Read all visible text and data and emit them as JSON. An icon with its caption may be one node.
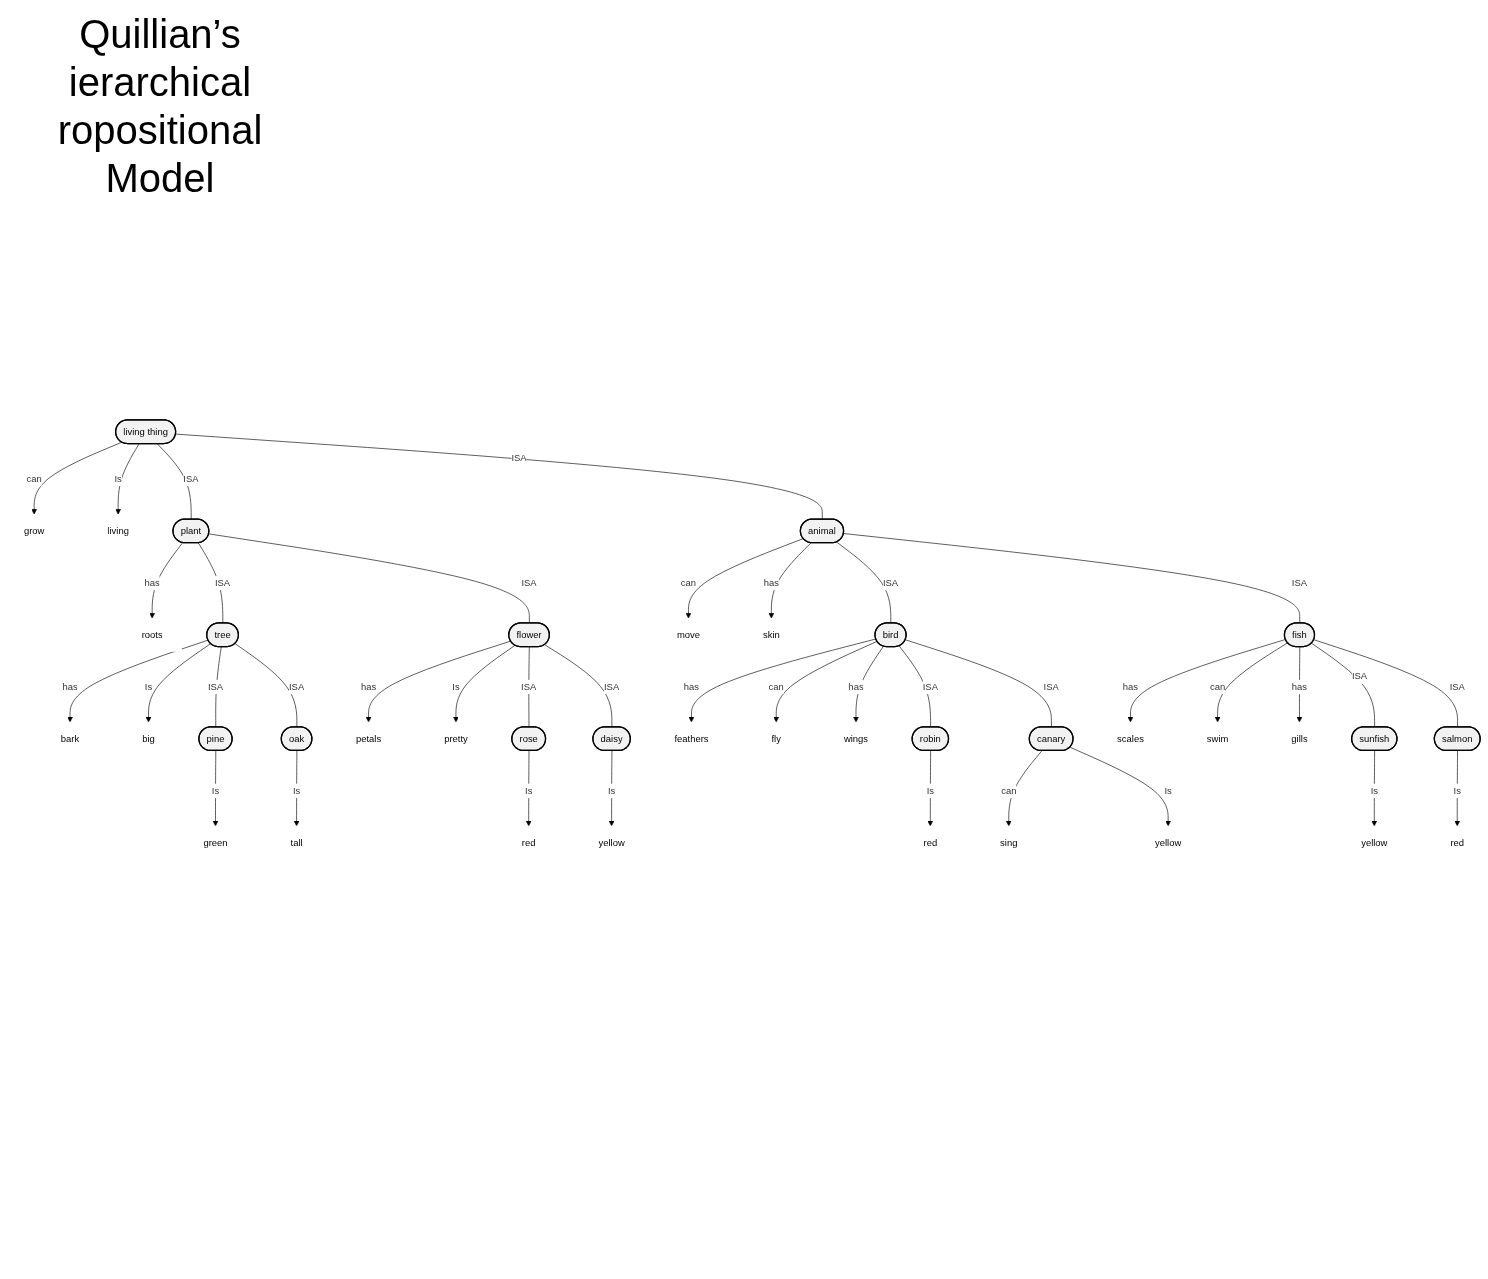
{
  "diagram": {
    "title": "Quillian’s ierarchical ropositional Model",
    "nodes": [
      {
        "text": [
          "living thing"
        ]
      },
      {
        "text": [
          "grow"
        ]
      },
      {
        "text": [
          "living"
        ]
      },
      {
        "text": [
          "plant"
        ]
      },
      {
        "text": [
          "roots"
        ]
      },
      {
        "text": [
          "animal"
        ]
      },
      {
        "text": [
          "move"
        ]
      },
      {
        "text": [
          "skin"
        ]
      },
      {
        "text": [
          "tree"
        ]
      },
      {
        "text": [
          "bark"
        ]
      },
      {
        "text": [
          "big"
        ]
      },
      {
        "text": [
          "flower"
        ]
      },
      {
        "text": [
          "petals"
        ]
      },
      {
        "text": [
          "pretty"
        ]
      },
      {
        "text": [
          "bird"
        ]
      },
      {
        "text": [
          "feathers"
        ]
      },
      {
        "text": [
          "fly"
        ]
      },
      {
        "text": [
          "wings"
        ]
      },
      {
        "text": [
          "fish"
        ]
      },
      {
        "text": [
          "scales"
        ]
      },
      {
        "text": [
          "swim"
        ]
      },
      {
        "text": [
          "gills"
        ]
      },
      {
        "text": [
          "pine"
        ]
      },
      {
        "text": [
          "green"
        ]
      },
      {
        "text": [
          "oak"
        ]
      },
      {
        "text": [
          "tall"
        ]
      },
      {
        "text": [
          "rose"
        ]
      },
      {
        "text": [
          "red"
        ]
      },
      {
        "text": [
          "daisy"
        ]
      },
      {
        "text": [
          "yellow"
        ]
      },
      {
        "text": [
          "robin"
        ]
      },
      {
        "text": [
          "red"
        ]
      },
      {
        "text": [
          "canary"
        ]
      },
      {
        "text": [
          "sing"
        ]
      },
      {
        "text": [
          "yellow"
        ]
      },
      {
        "text": [
          "sunfish"
        ]
      },
      {
        "text": [
          "yellow"
        ]
      },
      {
        "text": [
          "salmon"
        ]
      },
      {
        "text": [
          "red"
        ]
      }
    ],
    "edges": [
      {
        "from": 0,
        "to": 1,
        "arrow": "to",
        "label": "can"
      },
      {
        "from": 0,
        "to": 2,
        "arrow": "to",
        "label": "Is"
      },
      {
        "from": 0,
        "to": 3,
        "arrow": "none",
        "label": "ISA"
      },
      {
        "from": 0,
        "to": 5,
        "arrow": "none",
        "label": "ISA"
      },
      {
        "from": 3,
        "to": 4,
        "arrow": "to",
        "label": "has"
      },
      {
        "from": 5,
        "to": 6,
        "arrow": "to",
        "label": "can"
      },
      {
        "from": 5,
        "to": 7,
        "arrow": "to",
        "label": "has"
      },
      {
        "from": 3,
        "to": 8,
        "arrow": "none",
        "label": "ISA"
      },
      {
        "from": 3,
        "to": 11,
        "arrow": "none",
        "label": "ISA"
      },
      {
        "from": 5,
        "to": 14,
        "arrow": "none",
        "label": "ISA"
      },
      {
        "from": 5,
        "to": 18,
        "arrow": "none",
        "label": "ISA"
      },
      {
        "from": 8,
        "to": 9,
        "arrow": "to",
        "label": "has"
      },
      {
        "from": 8,
        "to": 10,
        "arrow": "to",
        "label": "Is"
      },
      {
        "from": 11,
        "to": 12,
        "arrow": "to",
        "label": "has"
      },
      {
        "from": 11,
        "to": 13,
        "arrow": "to",
        "label": "Is"
      },
      {
        "from": 14,
        "to": 15,
        "arrow": "to",
        "label": "has"
      },
      {
        "from": 14,
        "to": 16,
        "arrow": "to",
        "label": "can"
      },
      {
        "from": 14,
        "to": 17,
        "arrow": "to",
        "label": "has"
      },
      {
        "from": 18,
        "to": 19,
        "arrow": "to",
        "label": "has"
      },
      {
        "from": 18,
        "to": 20,
        "arrow": "to",
        "label": "can"
      },
      {
        "from": 18,
        "to": 21,
        "arrow": "to",
        "label": "has"
      },
      {
        "from": 8,
        "to": 22,
        "arrow": "none",
        "label": "ISA"
      },
      {
        "from": 8,
        "to": 24,
        "arrow": "none",
        "label": "ISA"
      },
      {
        "from": 11,
        "to": 26,
        "arrow": "none",
        "label": "ISA"
      },
      {
        "from": 11,
        "to": 28,
        "arrow": "none",
        "label": "ISA"
      },
      {
        "from": 14,
        "to": 30,
        "arrow": "none",
        "label": "ISA"
      },
      {
        "from": 14,
        "to": 32,
        "arrow": "none",
        "label": "ISA"
      },
      {
        "from": 18,
        "to": 35,
        "arrow": "none",
        "label": "ISA"
      },
      {
        "from": 18,
        "to": 37,
        "arrow": "none",
        "label": "ISA"
      },
      {
        "from": 22,
        "to": 23,
        "arrow": "to",
        "label": "Is"
      },
      {
        "from": 24,
        "to": 25,
        "arrow": "to",
        "label": "Is"
      },
      {
        "from": 26,
        "to": 27,
        "arrow": "to",
        "label": "Is"
      },
      {
        "from": 28,
        "to": 29,
        "arrow": "to",
        "label": "Is"
      },
      {
        "from": 30,
        "to": 31,
        "arrow": "to",
        "label": "Is"
      },
      {
        "from": 32,
        "to": 33,
        "arrow": "to",
        "label": "can"
      },
      {
        "from": 32,
        "to": 34,
        "arrow": "to",
        "label": "Is"
      },
      {
        "from": 35,
        "to": 36,
        "arrow": "to",
        "label": "Is"
      },
      {
        "from": 37,
        "to": 38,
        "arrow": "to",
        "label": "Is"
      }
    ]
  }
}
